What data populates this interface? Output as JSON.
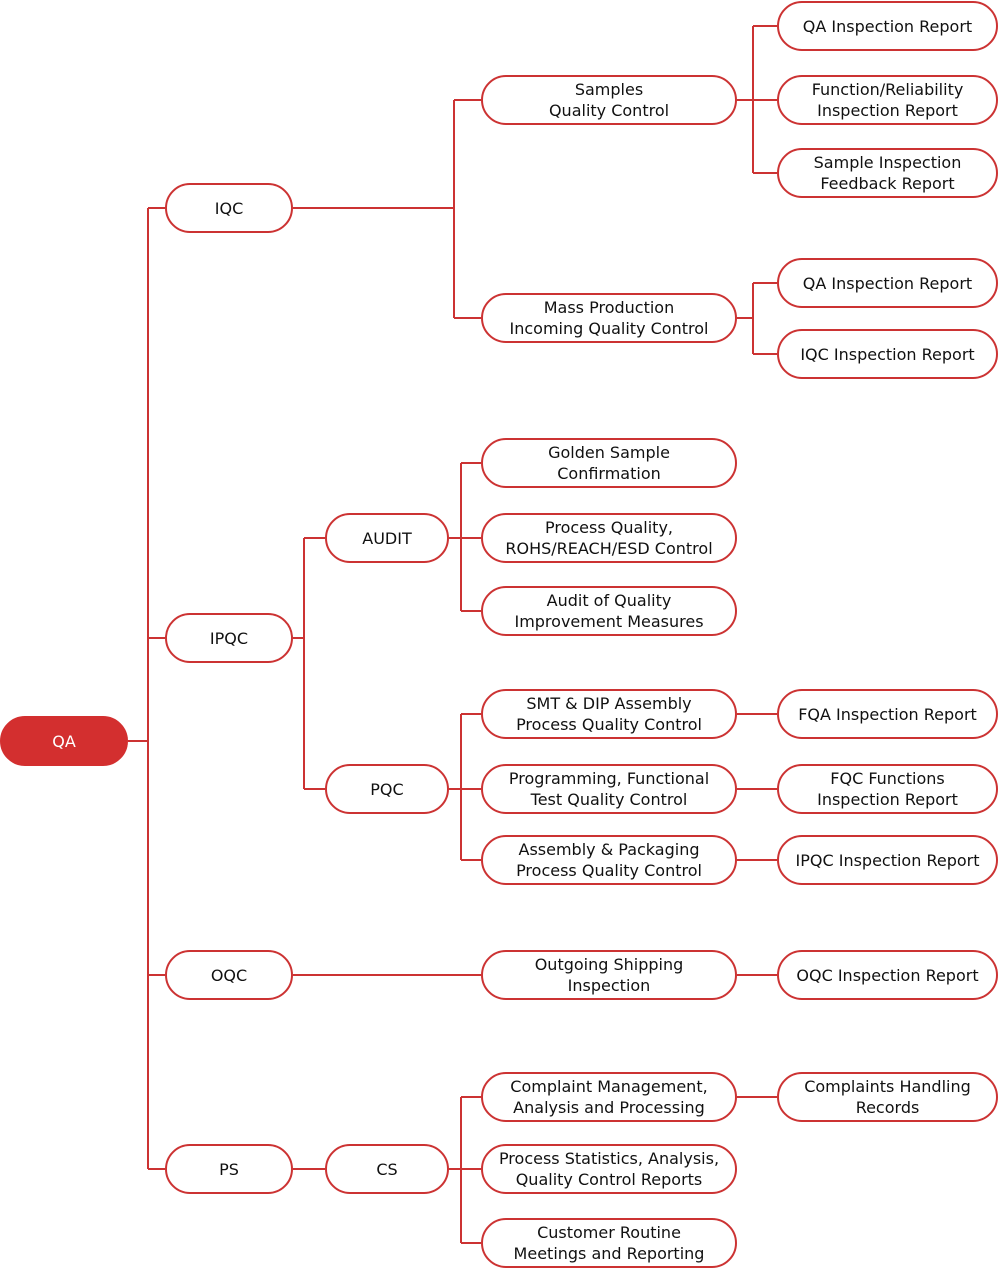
{
  "diagram": {
    "line_color": "#cc3333",
    "root_fill": "#d32f2f",
    "nodes": {
      "qa": "QA",
      "iqc": "IQC",
      "ipqc": "IPQC",
      "oqc": "OQC",
      "ps": "PS",
      "audit": "AUDIT",
      "pqc": "PQC",
      "cs": "CS",
      "samples_qc": "Samples\nQuality Control",
      "mass_production_iqc": "Mass Production\nIncoming Quality Control",
      "golden_sample": "Golden Sample\nConfirmation",
      "process_quality_rohs": "Process Quality,\nROHS/REACH/ESD Control",
      "audit_improvement": "Audit of Quality\nImprovement Measures",
      "smt_dip": "SMT & DIP Assembly\nProcess Quality Control",
      "programming_functional": "Programming, Functional\nTest Quality Control",
      "assembly_packaging": "Assembly & Packaging\nProcess Quality Control",
      "outgoing_shipping": "Outgoing Shipping\nInspection",
      "complaint_management": "Complaint Management,\nAnalysis and Processing",
      "process_statistics": "Process Statistics, Analysis,\nQuality Control Reports",
      "customer_meetings": "Customer Routine\nMeetings and Reporting",
      "qa_report_1": "QA Inspection Report",
      "function_reliability_report": "Function/Reliability\nInspection Report",
      "sample_feedback_report": "Sample Inspection\nFeedback Report",
      "qa_report_2": "QA Inspection Report",
      "iqc_report": "IQC Inspection Report",
      "fqa_report": "FQA Inspection Report",
      "fqc_report": "FQC Functions\nInspection Report",
      "ipqc_report": "IPQC Inspection Report",
      "oqc_report": "OQC Inspection Report",
      "complaints_records": "Complaints Handling\nRecords"
    }
  }
}
